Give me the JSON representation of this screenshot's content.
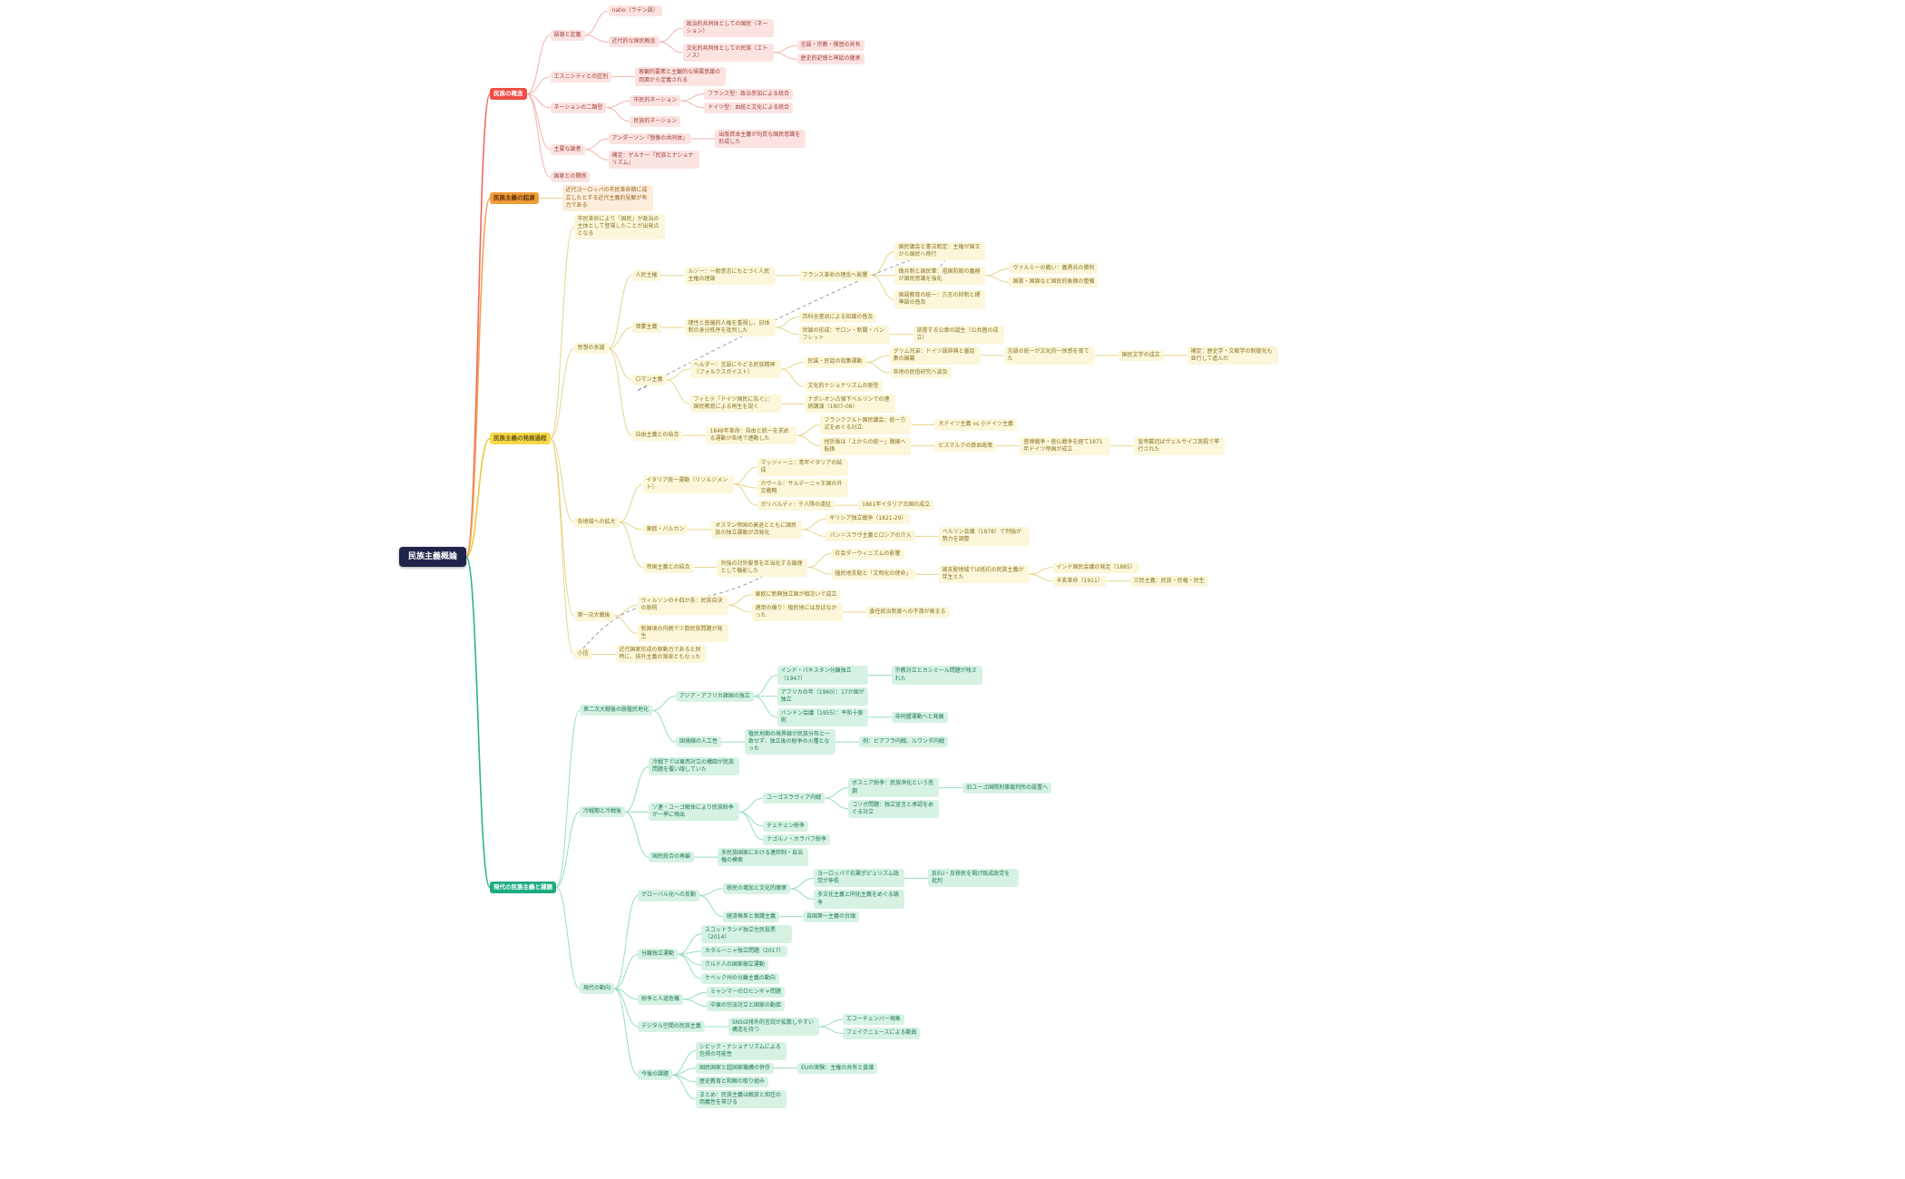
{
  "edge_colors": {
    "strong": {
      "red": "#ef6a5f",
      "orange": "#f2a24f",
      "yellow": "#e8c93f",
      "green": "#2db48a"
    },
    "light": {
      "red": "#f0b4ad",
      "orange": "#f5cd96",
      "yellow": "#e6d68d",
      "green": "#97dcc2"
    }
  },
  "assoc": [
    {
      "from": "tree.children.2.children.4",
      "to": "tree.children.2.children.2.children.2.children.0"
    },
    {
      "from": "tree.children.2.children.1.children.0.children.0.children.0.children.1",
      "to": "tree.children.2.children.1.children.2"
    }
  ],
  "tree": {
    "label": "民族主義概論",
    "children": [
      {
        "label": "民族の概念",
        "palette": "red",
        "children": [
          {
            "label": "語源と定義",
            "children": [
              {
                "label": "natio（ラテン語）",
                "children": []
              },
              {
                "label": "近代的な国民概念",
                "children": [
                  {
                    "label": "政治的共同体としての国民（ネーション）",
                    "children": []
                  },
                  {
                    "label": "文化的共同体としての民族（エトノス）",
                    "children": [
                      {
                        "label": "言語・宗教・慣習の共有",
                        "children": []
                      },
                      {
                        "label": "歴史的記憶と神話の継承",
                        "children": []
                      }
                    ]
                  }
                ]
              }
            ]
          },
          {
            "label": "エスニシティとの区別",
            "children": [
              {
                "label": "客観的要素と主観的な帰属意識の両面から定義される",
                "children": []
              }
            ]
          },
          {
            "label": "ネーションの二類型",
            "children": [
              {
                "label": "市民的ネーション",
                "children": [
                  {
                    "label": "フランス型：政治参加による統合",
                    "children": []
                  },
                  {
                    "label": "ドイツ型：血統と文化による統合",
                    "children": []
                  }
                ]
              },
              {
                "label": "民族的ネーション",
                "children": []
              }
            ]
          },
          {
            "label": "主要な論者",
            "children": [
              {
                "label": "アンダーソン『想像の共同体』",
                "children": [
                  {
                    "label": "出版資本主義が均質な国民意識を形成した",
                    "children": []
                  }
                ]
              },
              {
                "label": "補足：ゲルナー『民族とナショナリズム』",
                "children": []
              }
            ]
          },
          {
            "label": "国家との関係",
            "children": []
          }
        ]
      },
      {
        "label": "民族主義の起源",
        "palette": "orange",
        "children": [
          {
            "label": "近代ヨーロッパの市民革命期に成立したとする近代主義的見解が有力である",
            "children": []
          }
        ]
      },
      {
        "label": "民族主義の発展過程",
        "palette": "yellow",
        "children": [
          {
            "label": "市民革命により「国民」が政治の主体として登場したことが出発点となる",
            "children": []
          },
          {
            "label": "思想の系譜",
            "children": [
              {
                "label": "人民主権",
                "children": [
                  {
                    "label": "ルソー：一般意志にもとづく人民主権の理論",
                    "children": [
                      {
                        "label": "フランス革命の理念へ影響",
                        "children": [
                          {
                            "label": "国民議会と憲法制定：主権が国王から国民へ移行",
                            "children": []
                          },
                          {
                            "label": "徴兵制と国民軍：祖国防衛の義務が国民意識を強化",
                            "children": [
                              {
                                "label": "ヴァルミーの戦い：義勇兵の勝利",
                                "children": []
                              },
                              {
                                "label": "国歌・国旗など国民的象徴の整備",
                                "children": []
                              }
                            ]
                          },
                          {
                            "label": "国語教育の統一：方言の抑制と標準語の普及",
                            "children": []
                          }
                        ]
                      }
                    ]
                  }
                ]
              },
              {
                "label": "啓蒙主義",
                "children": [
                  {
                    "label": "理性と普遍的人権を重視し、旧体制の身分秩序を批判した",
                    "children": [
                      {
                        "label": "百科全書派による知識の普及",
                        "children": []
                      },
                      {
                        "label": "世論の形成：サロン・新聞・パンフレット",
                        "children": [
                          {
                            "label": "読書する公衆の誕生（公共圏の成立）",
                            "children": []
                          }
                        ]
                      }
                    ]
                  }
                ]
              },
              {
                "label": "ロマン主義",
                "children": [
                  {
                    "label": "ヘルダー：言語にやどる民族精神（フォルクスガイスト）",
                    "children": [
                      {
                        "label": "民謡・民話の収集運動",
                        "children": [
                          {
                            "label": "グリム兄弟：ドイツ語辞典と童話集の編纂",
                            "children": [
                              {
                                "label": "言語の統一が文化的一体感を育てた",
                                "children": [
                                  {
                                    "label": "国民文学の成立",
                                    "children": [
                                      {
                                        "label": "補足：歴史学・文献学の制度化も並行して進んだ",
                                        "children": []
                                      }
                                    ]
                                  }
                                ]
                              }
                            ]
                          },
                          {
                            "label": "各地の民俗研究へ波及",
                            "children": []
                          }
                        ]
                      },
                      {
                        "label": "文化的ナショナリズムの原型",
                        "children": []
                      }
                    ]
                  },
                  {
                    "label": "フィヒテ『ドイツ国民に告ぐ』：国民教育による再生を説く",
                    "children": [
                      {
                        "label": "ナポレオン占領下ベルリンでの連続講演（1807-08）",
                        "children": []
                      }
                    ]
                  }
                ]
              },
              {
                "label": "自由主義との結合",
                "children": [
                  {
                    "label": "1848年革命：自由と統一を求める運動が各地で連動した",
                    "children": [
                      {
                        "label": "フランクフルト国民議会：統一方式をめぐる対立",
                        "children": [
                          {
                            "label": "大ドイツ主義 vs 小ドイツ主義",
                            "children": []
                          }
                        ]
                      },
                      {
                        "label": "挫折後は「上からの統一」路線へ転換",
                        "children": [
                          {
                            "label": "ビスマルクの鉄血政策",
                            "children": [
                              {
                                "label": "普墺戦争・普仏戦争を経て1871年ドイツ帝国が成立",
                                "children": [
                                  {
                                    "label": "皇帝戴冠はヴェルサイユ宮殿で挙行された",
                                    "children": []
                                  }
                                ]
                              }
                            ]
                          }
                        ]
                      }
                    ]
                  }
                ]
              }
            ]
          },
          {
            "label": "各地域への拡大",
            "children": [
              {
                "label": "イタリア統一運動（リソルジメント）",
                "children": [
                  {
                    "label": "マッツィーニ：青年イタリアの結成",
                    "children": []
                  },
                  {
                    "label": "カヴール：サルデーニャ王国の外交戦略",
                    "children": []
                  },
                  {
                    "label": "ガリバルディ：千人隊の遠征",
                    "children": [
                      {
                        "label": "1861年イタリア王国の成立",
                        "children": []
                      }
                    ]
                  }
                ]
              },
              {
                "label": "東欧・バルカン",
                "children": [
                  {
                    "label": "オスマン帝国の衰退とともに諸民族の独立運動が活発化",
                    "children": [
                      {
                        "label": "ギリシア独立戦争（1821-29）",
                        "children": []
                      },
                      {
                        "label": "パン＝スラヴ主義とロシアの介入",
                        "children": [
                          {
                            "label": "ベルリン会議（1878）で列強が勢力を調整",
                            "children": []
                          }
                        ]
                      }
                    ]
                  }
                ]
              },
              {
                "label": "帝国主義との結合",
                "children": [
                  {
                    "label": "列強の対外膨張を正当化する論理として機能した",
                    "children": [
                      {
                        "label": "社会ダーウィニズムの影響",
                        "children": []
                      },
                      {
                        "label": "植民地支配と「文明化の使命」",
                        "children": [
                          {
                            "label": "被支配地域では抵抗の民族主義が芽生えた",
                            "children": [
                              {
                                "label": "インド国民会議の発足（1885）",
                                "children": []
                              },
                              {
                                "label": "辛亥革命（1911）",
                                "children": [
                                  {
                                    "label": "三民主義：民族・民権・民生",
                                    "children": []
                                  }
                                ]
                              }
                            ]
                          }
                        ]
                      }
                    ]
                  }
                ]
              }
            ]
          },
          {
            "label": "第一次大戦後",
            "children": [
              {
                "label": "ウィルソンの十四か条：民族自決の原則",
                "children": [
                  {
                    "label": "東欧に新興独立国が相次いで成立",
                    "children": []
                  },
                  {
                    "label": "適用の偏り：植民地には及ばなかった",
                    "children": [
                      {
                        "label": "委任統治制度への不満が高まる",
                        "children": []
                      }
                    ]
                  }
                ]
              },
              {
                "label": "新国境の内側で少数民族問題が発生",
                "children": []
              }
            ]
          },
          {
            "label": "小括",
            "children": [
              {
                "label": "近代国家形成の原動力であると同時に、排外主義の源泉ともなった",
                "children": []
              }
            ]
          }
        ]
      },
      {
        "label": "現代の民族主義と課題",
        "palette": "green",
        "children": [
          {
            "label": "第二次大戦後の脱植民地化",
            "children": [
              {
                "label": "アジア・アフリカ諸国の独立",
                "children": [
                  {
                    "label": "インド・パキスタン分離独立（1947）",
                    "children": [
                      {
                        "label": "宗教対立とカシミール問題が残された",
                        "children": []
                      }
                    ]
                  },
                  {
                    "label": "アフリカの年（1960）：17か国が独立",
                    "children": []
                  },
                  {
                    "label": "バンドン会議（1955）：平和十原則",
                    "children": [
                      {
                        "label": "非同盟運動へと発展",
                        "children": []
                      }
                    ]
                  }
                ]
              },
              {
                "label": "国境線の人工性",
                "children": [
                  {
                    "label": "植民地期の境界線が民族分布と一致せず、独立後の紛争の火種となった",
                    "children": [
                      {
                        "label": "例：ビアフラ内戦、ルワンダ内戦",
                        "children": []
                      }
                    ]
                  }
                ]
              }
            ]
          },
          {
            "label": "冷戦期と冷戦後",
            "children": [
              {
                "label": "冷戦下では東西対立の構図が民族問題を覆い隠していた",
                "children": []
              },
              {
                "label": "ソ連・ユーゴ解体により民族紛争が一挙に噴出",
                "children": [
                  {
                    "label": "ユーゴスラヴィア内戦",
                    "children": [
                      {
                        "label": "ボスニア紛争：民族浄化という悲劇",
                        "children": [
                          {
                            "label": "旧ユーゴ国際刑事裁判所の設置へ",
                            "children": []
                          }
                        ]
                      },
                      {
                        "label": "コソボ問題：独立宣言と承認をめぐる対立",
                        "children": []
                      }
                    ]
                  },
                  {
                    "label": "チェチェン紛争",
                    "children": []
                  },
                  {
                    "label": "ナゴルノ・カラバフ紛争",
                    "children": []
                  }
                ]
              },
              {
                "label": "国民統合の再編",
                "children": [
                  {
                    "label": "多民族国家における連邦制・自治権の模索",
                    "children": []
                  }
                ]
              }
            ]
          },
          {
            "label": "現代の動向",
            "children": [
              {
                "label": "グローバル化への反動",
                "children": [
                  {
                    "label": "移民の増加と文化的摩擦",
                    "children": [
                      {
                        "label": "ヨーロッパで右翼ポピュリズム政党が伸長",
                        "children": [
                          {
                            "label": "反EU・反移民を掲げ既成政党を批判",
                            "children": []
                          }
                        ]
                      },
                      {
                        "label": "多文化主義と同化主義をめぐる論争",
                        "children": []
                      }
                    ]
                  },
                  {
                    "label": "経済格差と保護主義",
                    "children": [
                      {
                        "label": "自国第一主義の台頭",
                        "children": []
                      }
                    ]
                  }
                ]
              },
              {
                "label": "分離独立運動",
                "children": [
                  {
                    "label": "スコットランド独立住民投票（2014）",
                    "children": []
                  },
                  {
                    "label": "カタルーニャ独立問題（2017）",
                    "children": []
                  },
                  {
                    "label": "クルド人の国家樹立運動",
                    "children": []
                  },
                  {
                    "label": "ケベック州の分離主義の動向",
                    "children": []
                  }
                ]
              },
              {
                "label": "紛争と人道危機",
                "children": [
                  {
                    "label": "ミャンマーのロヒンギャ問題",
                    "children": []
                  },
                  {
                    "label": "中東の宗派対立と国家の動揺",
                    "children": []
                  }
                ]
              },
              {
                "label": "デジタル空間の民族主義",
                "children": [
                  {
                    "label": "SNSは排外的言説が拡散しやすい構造を持つ",
                    "children": [
                      {
                        "label": "エコーチェンバー現象",
                        "children": []
                      },
                      {
                        "label": "フェイクニュースによる動員",
                        "children": []
                      }
                    ]
                  }
                ]
              },
              {
                "label": "今後の課題",
                "children": [
                  {
                    "label": "シビック・ナショナリズムによる包摂の可能性",
                    "children": []
                  },
                  {
                    "label": "国民国家と超国家機構の併存",
                    "children": [
                      {
                        "label": "EUの実験：主権の共有と委譲",
                        "children": []
                      }
                    ]
                  },
                  {
                    "label": "歴史教育と和解の取り組み",
                    "children": []
                  },
                  {
                    "label": "まとめ：民族主義は解放と抑圧の両義性を帯びる",
                    "children": []
                  }
                ]
              }
            ]
          }
        ]
      }
    ]
  }
}
